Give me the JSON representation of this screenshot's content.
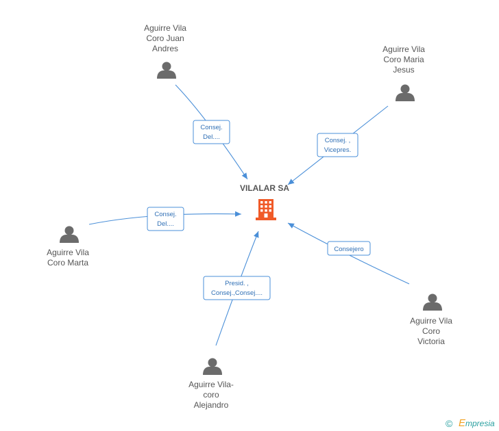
{
  "company": {
    "name": "VILALAR SA",
    "icon": "building-icon",
    "color": "#f05a28"
  },
  "persons": [
    {
      "id": "juan-andres",
      "lines": [
        "Aguirre Vila",
        "Coro Juan",
        "Andres"
      ],
      "role_lines": [
        "Consej.",
        "Del...."
      ]
    },
    {
      "id": "maria-jesus",
      "lines": [
        "Aguirre Vila",
        "Coro Maria",
        "Jesus"
      ],
      "role_lines": [
        "Consej. ,",
        "Vicepres."
      ]
    },
    {
      "id": "marta",
      "lines": [
        "Aguirre Vila",
        "Coro Marta"
      ],
      "role_lines": [
        "Consej.",
        "Del...."
      ]
    },
    {
      "id": "victoria",
      "lines": [
        "Aguirre Vila",
        "Coro",
        "Victoria"
      ],
      "role_lines": [
        "Consejero"
      ]
    },
    {
      "id": "alejandro",
      "lines": [
        "Aguirre Vila-",
        "coro",
        "Alejandro"
      ],
      "role_lines": [
        "Presid. ,",
        "Consej.,Consej...."
      ]
    }
  ],
  "colors": {
    "edge": "#4a8fd8",
    "person_icon": "#6b6b6b",
    "text": "#555555",
    "brand": "#2aa0a0"
  },
  "footer": {
    "copyright_symbol": "©",
    "brand_initial": "E",
    "brand_rest": "mpresia"
  }
}
